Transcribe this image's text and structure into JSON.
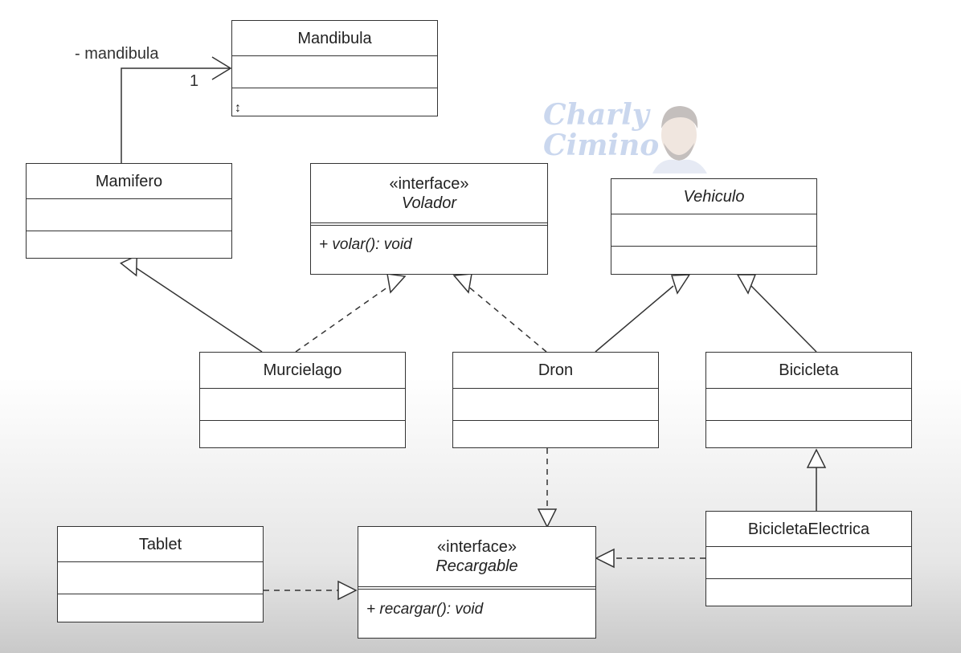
{
  "watermark": {
    "line1": "Charly",
    "line2": "Cimino"
  },
  "association": {
    "role": "- mandibula",
    "multiplicity": "1"
  },
  "classes": {
    "mandibula": {
      "name": "Mandibula"
    },
    "mamifero": {
      "name": "Mamifero"
    },
    "volador": {
      "stereotype": "«interface»",
      "name": "Volador",
      "operation": "+ volar(): void"
    },
    "vehiculo": {
      "name": "Vehiculo"
    },
    "murcielago": {
      "name": "Murcielago"
    },
    "dron": {
      "name": "Dron"
    },
    "bicicleta": {
      "name": "Bicicleta"
    },
    "tablet": {
      "name": "Tablet"
    },
    "recargable": {
      "stereotype": "«interface»",
      "name": "Recargable",
      "operation": "+ recargar(): void"
    },
    "bicicleta_electrica": {
      "name": "BicicletaElectrica"
    }
  },
  "relationships": [
    {
      "from": "Mamifero",
      "to": "Mandibula",
      "type": "association"
    },
    {
      "from": "Murcielago",
      "to": "Mamifero",
      "type": "generalization"
    },
    {
      "from": "Murcielago",
      "to": "Volador",
      "type": "realization"
    },
    {
      "from": "Dron",
      "to": "Volador",
      "type": "realization"
    },
    {
      "from": "Dron",
      "to": "Vehiculo",
      "type": "generalization"
    },
    {
      "from": "Bicicleta",
      "to": "Vehiculo",
      "type": "generalization"
    },
    {
      "from": "Dron",
      "to": "Recargable",
      "type": "realization"
    },
    {
      "from": "BicicletaElectrica",
      "to": "Bicicleta",
      "type": "generalization"
    },
    {
      "from": "BicicletaElectrica",
      "to": "Recargable",
      "type": "realization"
    },
    {
      "from": "Tablet",
      "to": "Recargable",
      "type": "realization"
    }
  ],
  "colors": {
    "line": "#333333",
    "watermark": "#6a8fd0"
  }
}
